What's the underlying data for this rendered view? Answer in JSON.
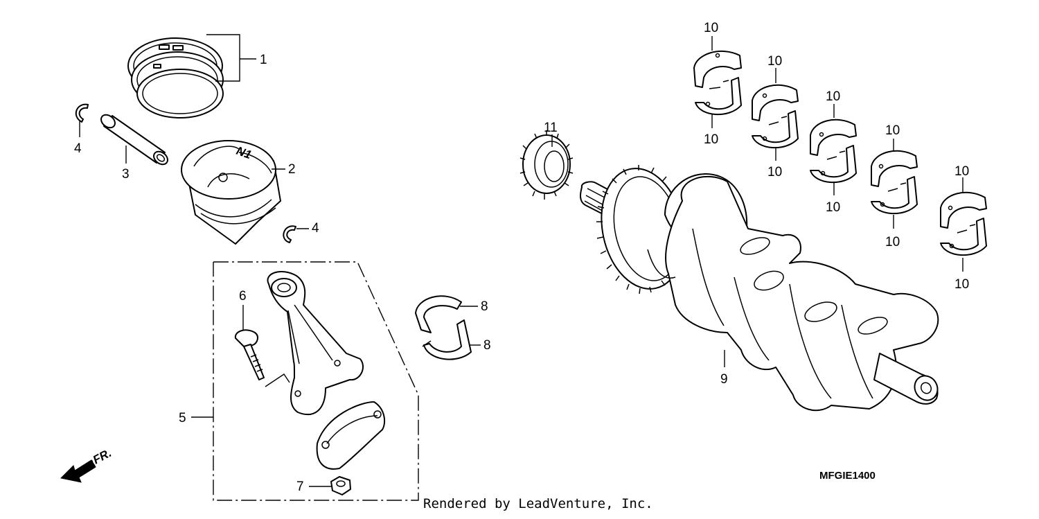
{
  "diagram": {
    "callouts": {
      "piston_rings": "1",
      "piston": "2",
      "piston_pin": "3",
      "pin_clip_left": "4",
      "pin_clip_right": "4",
      "connecting_rod": "5",
      "rod_bolt": "6",
      "rod_nut": "7",
      "rod_bearing_upper": "8",
      "rod_bearing_lower": "8",
      "crankshaft": "9",
      "main_bearing_1_top": "10",
      "main_bearing_1_bottom": "10",
      "main_bearing_2_top": "10",
      "main_bearing_2_bottom": "10",
      "main_bearing_3_top": "10",
      "main_bearing_3_bottom": "10",
      "main_bearing_4_top": "10",
      "main_bearing_4_bottom": "10",
      "main_bearing_5_top": "10",
      "main_bearing_5_bottom": "10",
      "timing_gear": "11"
    },
    "direction_label": "FR.",
    "piston_mark": "N1",
    "diagram_code": "MFGIE1400"
  },
  "footer": {
    "credit": "Rendered by LeadVenture, Inc."
  }
}
